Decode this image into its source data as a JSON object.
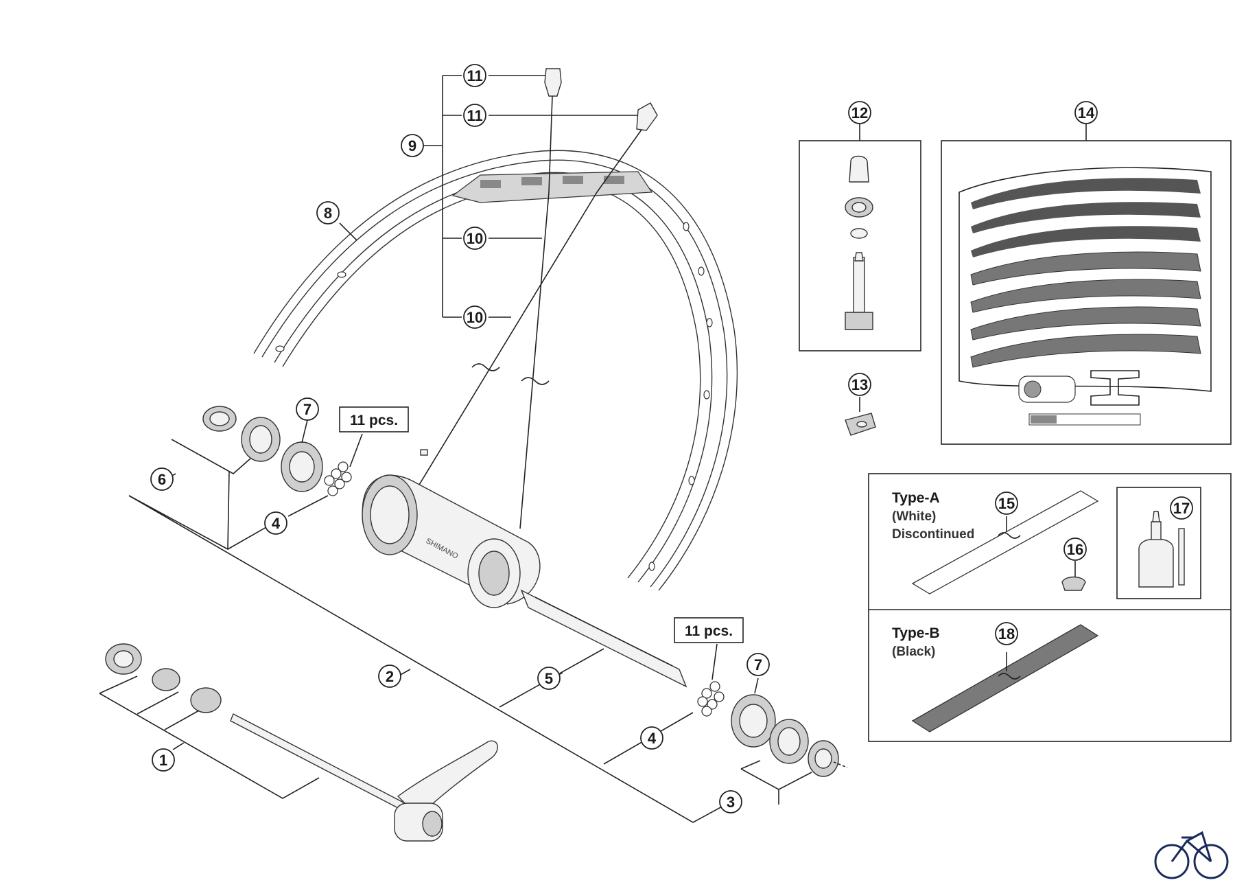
{
  "callouts": [
    "1",
    "2",
    "3",
    "4",
    "5",
    "6",
    "7",
    "8",
    "9",
    "10",
    "11",
    "12",
    "13",
    "14",
    "15",
    "16",
    "17",
    "18"
  ],
  "qty_label": "11 pcs.",
  "panel_a": {
    "title": "Type-A",
    "color": "(White)",
    "note": "Discontinued"
  },
  "panel_b": {
    "title": "Type-B",
    "color": "(Black)"
  },
  "brand_icon": "bicycle-icon",
  "tape_b_color": "#7a7a7a"
}
